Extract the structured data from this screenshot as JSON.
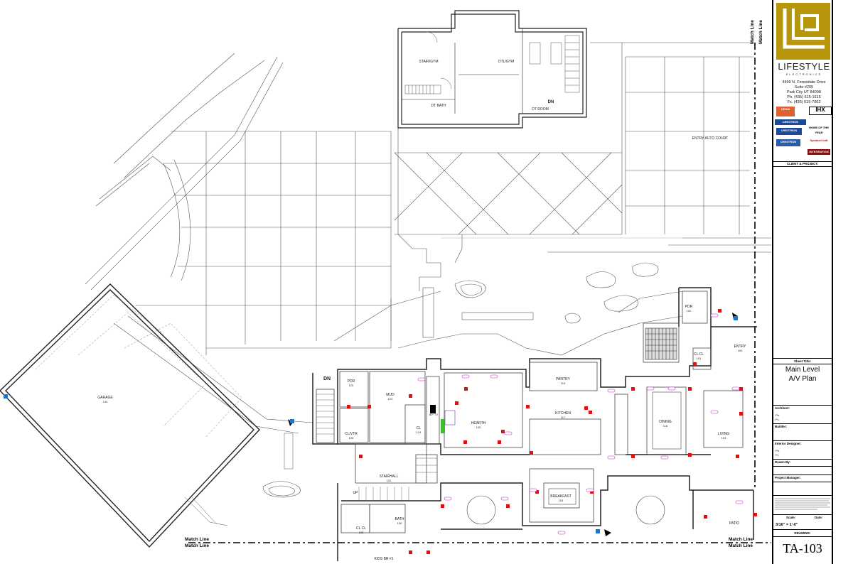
{
  "title_block": {
    "brand_name": "LIFESTYLE",
    "brand_sub": "ELECTRONICS",
    "address": [
      "4490 N. Forestdale Drive",
      "Suite #205",
      "Park City UT 84098",
      "Ph. (435) 615-1515",
      "Fx. (435) 615-7003"
    ],
    "partner_logos": [
      "CEDIA",
      "IHX",
      "CRESTRON",
      "HOME OF THE YEAR",
      "CRESTRON",
      "SpeakerCraft",
      "CRESTRON",
      "INTEGRATION"
    ],
    "client_project_label": "CLIENT & PROJECT:",
    "sheet_title_label": "Sheet Title:",
    "sheet_title_lines": [
      "Main Level",
      "A/V  Plan"
    ],
    "architect_label": "Architect:",
    "architect_ph": "Ph.",
    "architect_fx": "Fx.",
    "builder_label": "Builder:",
    "interior_designer_label": "Interior Designer:",
    "interior_ph": "Ph.",
    "interior_fx": "Fx.",
    "drawn_by_label": "Drawn By:",
    "project_manager_label": "Project Manager:",
    "scale_label": "Scale:",
    "date_label": "Date:",
    "scale_value": "3/16\" = 1'-0\"",
    "drawing_label": "DRAWING:",
    "drawing_number": "TA-103"
  },
  "plan": {
    "match_line_label": "Match Line",
    "rooms": [
      {
        "name": "STAIRHALL",
        "num": "122"
      },
      {
        "name": "MUD",
        "num": "123"
      },
      {
        "name": "PDR",
        "num": "125"
      },
      {
        "name": "CL",
        "num": "124"
      },
      {
        "name": "CL/VTR",
        "num": "126"
      },
      {
        "name": "HEARTH",
        "num": "120"
      },
      {
        "name": "PANTRY",
        "num": "119"
      },
      {
        "name": "KITCHEN",
        "num": "117"
      },
      {
        "name": "DINING",
        "num": "116"
      },
      {
        "name": "LIVING",
        "num": "103"
      },
      {
        "name": "BREAKFAST",
        "num": "118"
      },
      {
        "name": "BATH",
        "num": "130"
      },
      {
        "name": "CL CL",
        "num": "128"
      },
      {
        "name": "KIDS  BR #1",
        "num": ""
      },
      {
        "name": "GARAGE",
        "num": "140"
      },
      {
        "name": "PDR",
        "num": "102"
      },
      {
        "name": "CL CL",
        "num": "101"
      },
      {
        "name": "ENTRY",
        "num": "100"
      },
      {
        "name": "ENTRY AUTO COURT",
        "num": ""
      },
      {
        "name": "PATIO",
        "num": ""
      },
      {
        "name": "STAIR/GYM",
        "num": ""
      },
      {
        "name": "OTL/GYM",
        "num": ""
      },
      {
        "name": "DT BATH",
        "num": ""
      },
      {
        "name": "DT ROOM",
        "num": ""
      }
    ],
    "labels": {
      "dn": "DN",
      "up": "UP",
      "tv": "80\" TV"
    }
  }
}
